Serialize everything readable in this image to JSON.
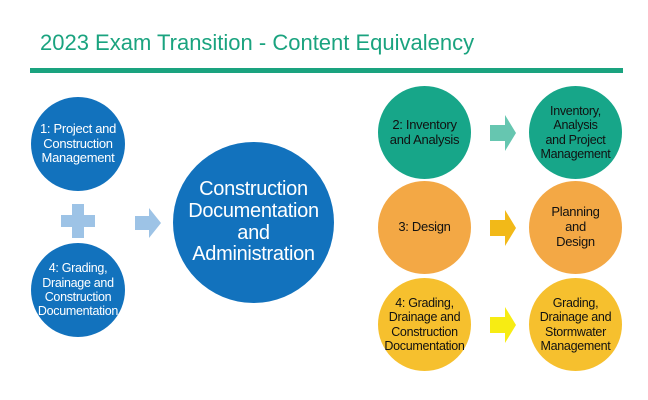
{
  "title": "2023 Exam Transition - Content Equivalency",
  "colors": {
    "title": "#1aa37f",
    "blue": "#1272bd",
    "teal": "#17a689",
    "orange": "#f3a845",
    "yellow": "#f6c02e"
  },
  "left": {
    "top_circle": "1: Project and\nConstruction\nManagement",
    "bottom_circle": "4: Grading,\nDrainage and\nConstruction\nDocumentation",
    "plus_icon": "plus-icon",
    "result": "Construction\nDocumentation\nand\nAdministration"
  },
  "rows": [
    {
      "from": "2: Inventory\nand Analysis",
      "to": "Inventory,\nAnalysis\nand Project\nManagement"
    },
    {
      "from": "3: Design",
      "to": "Planning\nand\nDesign"
    },
    {
      "from": "4: Grading,\nDrainage and\nConstruction\nDocumentation",
      "to": "Grading,\nDrainage and\nStormwater\nManagement"
    }
  ]
}
